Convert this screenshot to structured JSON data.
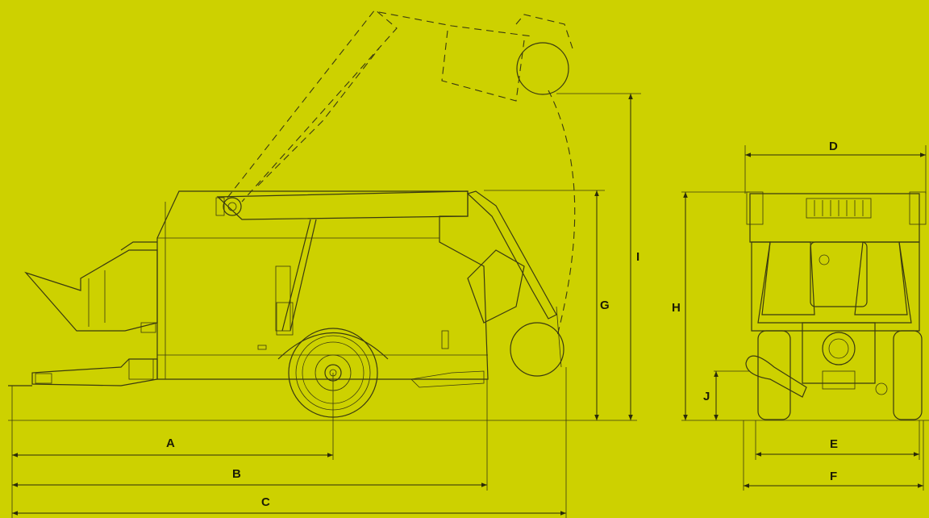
{
  "colors": {
    "background": "#cdd100",
    "line": "#3a3a10"
  },
  "dimension_labels": {
    "A": "A",
    "B": "B",
    "C": "C",
    "D": "D",
    "E": "E",
    "F": "F",
    "G": "G",
    "H": "H",
    "I": "I",
    "J": "J"
  }
}
